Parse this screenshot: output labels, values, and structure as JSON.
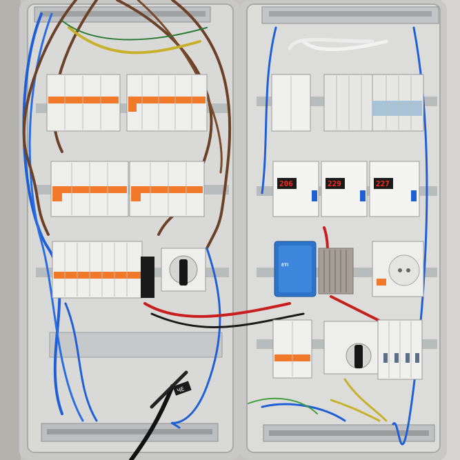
{
  "photo": {
    "subject": "electrical-distribution-enclosure",
    "voltage_relays": [
      {
        "reading": "206"
      },
      {
        "reading": "229"
      },
      {
        "reading": "227"
      }
    ],
    "block_label": "ETI",
    "cable_tag": "ЧЕ",
    "colors": {
      "enclosure": "#d7d8d6",
      "din_rail": "#b9bcbd",
      "breaker": "#eeeeec",
      "accent_orange": "#f07a2a",
      "blue_wire": "#1f5fd6",
      "brown_wire": "#6b4128",
      "red_wire": "#c81e1e",
      "relay_display": "#ff2a1a",
      "distribution_block": "#2d73c9"
    }
  }
}
